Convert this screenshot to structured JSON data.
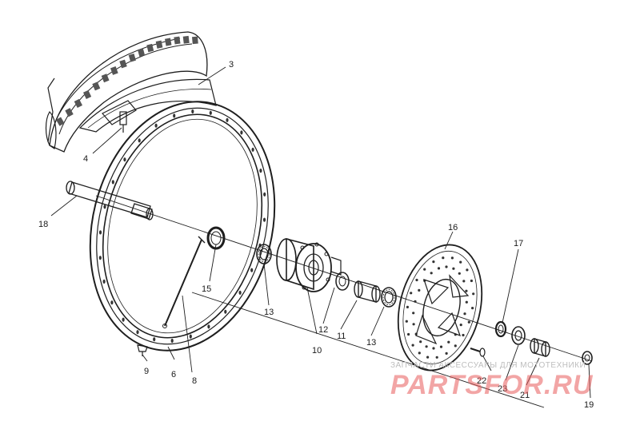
{
  "diagram": {
    "callouts": [
      "3",
      "4",
      "18",
      "15",
      "8",
      "9",
      "6",
      "13",
      "10",
      "12",
      "11",
      "13",
      "16",
      "17",
      "22",
      "23",
      "21",
      "19"
    ]
  },
  "watermark": {
    "tagline": "ЗАПЧАСТИ АКСЕССУАРЫ ДЛЯ МОТОТЕХНИКИ",
    "logo": "PARTSFOR.RU"
  }
}
